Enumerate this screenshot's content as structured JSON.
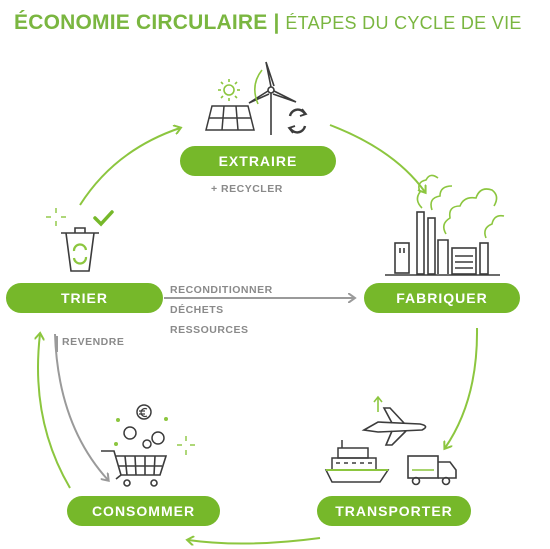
{
  "title": {
    "main": "ÉCONOMIE CIRCULAIRE",
    "separator": "|",
    "sub": "ÉTAPES DU CYCLE DE VIE"
  },
  "steps": {
    "extraire": "EXTRAIRE",
    "fabriquer": "FABRIQUER",
    "transporter": "TRANSPORTER",
    "consommer": "CONSOMMER",
    "trier": "TRIER"
  },
  "annotations": {
    "recycler": "+ RECYCLER",
    "reconditionner": "RECONDITIONNER",
    "dechets": "DÉCHETS",
    "ressources": "RESSOURCES",
    "revendre": "REVENDRE"
  },
  "colors": {
    "green": "#76b82a",
    "gray": "#8a8a8a",
    "dark": "#3c3c3c"
  },
  "icons": [
    "solar-panel-icon",
    "sun-icon",
    "wind-turbine-icon",
    "recycle-icon",
    "factory-icon",
    "plane-icon",
    "ship-icon",
    "truck-icon",
    "shopping-cart-icon",
    "euro-coin-icon",
    "trash-bin-icon",
    "checkmark-icon"
  ]
}
